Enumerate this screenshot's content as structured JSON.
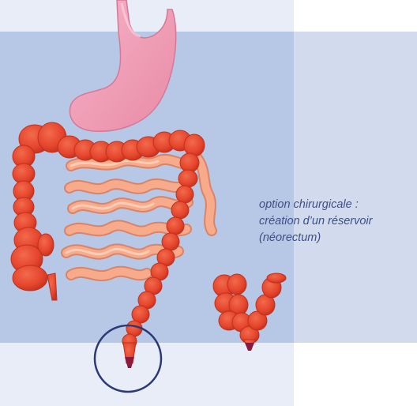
{
  "caption": {
    "line1": "option chirurgicale :",
    "line2": "création d’un réservoir",
    "line3": "(néorectum)"
  },
  "colors": {
    "background_dark": "#b7c7e6",
    "background_light": "#e9edf7",
    "background_right": "#d2dbee",
    "colon": "#e5452c",
    "colon_shade": "#c83420",
    "small_intestine": "#f7ab8b",
    "stomach": "#f19bb6",
    "anus": "#8b1a3c",
    "circle": "#2b3a75",
    "caption_text": "#3f4f86"
  }
}
